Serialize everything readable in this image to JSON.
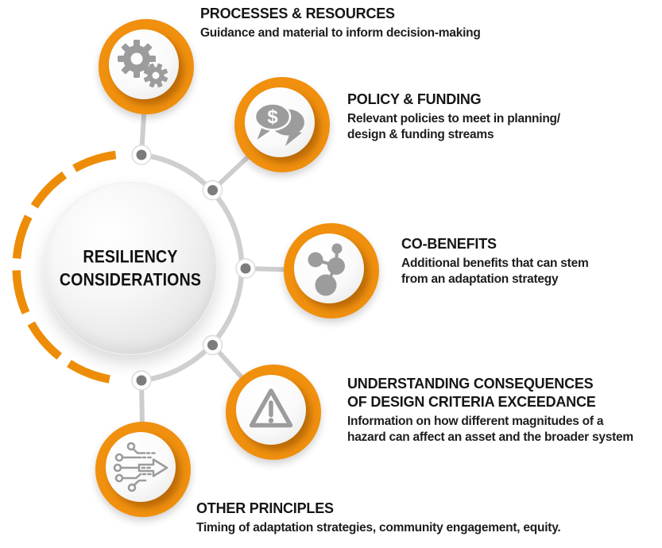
{
  "hub": {
    "title": "RESILIENCY\nCONSIDERATIONS"
  },
  "items": [
    {
      "id": "processes-resources",
      "icon": "gears-icon",
      "title": "PROCESSES & RESOURCES",
      "body": "Guidance and material to inform decision-making"
    },
    {
      "id": "policy-funding",
      "icon": "money-chat-icon",
      "currency_symbol": "$",
      "title": "POLICY & FUNDING",
      "body": "Relevant policies to meet in planning/\ndesign & funding streams"
    },
    {
      "id": "co-benefits",
      "icon": "network-nodes-icon",
      "title": "CO-BENEFITS",
      "body": "Additional benefits that can stem\nfrom an adaptation strategy"
    },
    {
      "id": "design-criteria-exceedance",
      "icon": "warning-triangle-icon",
      "title": "UNDERSTANDING CONSEQUENCES\nOF DESIGN CRITERIA EXCEEDANCE",
      "body": "Information on how different magnitudes of a\nhazard can affect an asset and the broader system"
    },
    {
      "id": "other-principles",
      "icon": "circuit-arrow-icon",
      "title": "OTHER PRINCIPLES",
      "body": "Timing of adaptation strategies, community engagement, equity."
    }
  ],
  "colors": {
    "accent_orange": "#F0900E",
    "orange_shadow": "#D97C00",
    "icon_gray": "#9C9C9C",
    "connector_gray": "#CDCDCD",
    "node_dot_gray": "#7C7C7C",
    "text": "#1B1B1B"
  }
}
